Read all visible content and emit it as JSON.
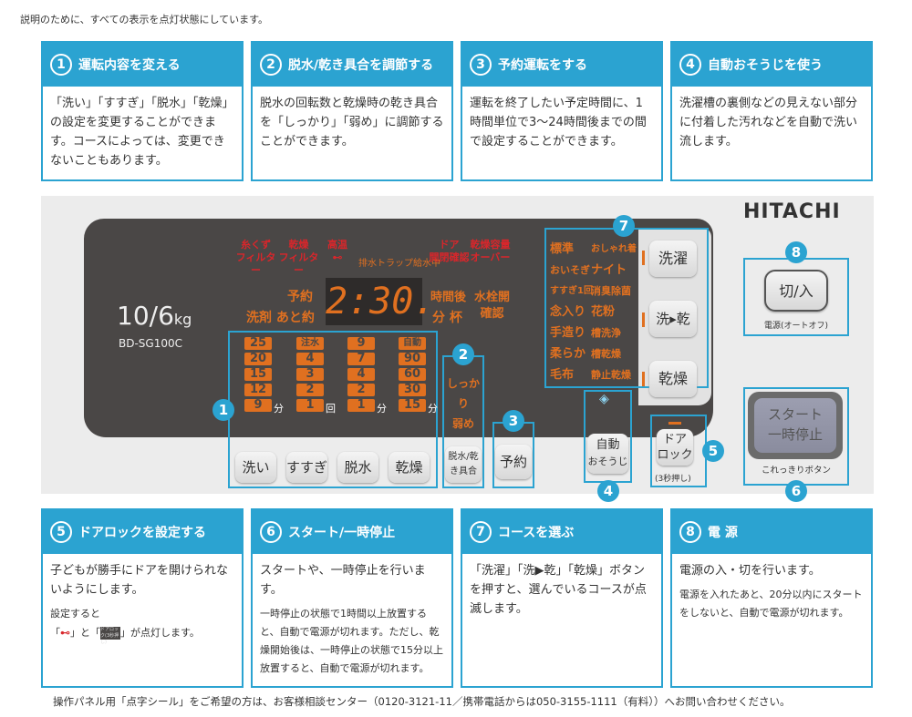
{
  "note": "説明のために、すべての表示を点灯状態にしています。",
  "top_cards": [
    {
      "num": "1",
      "title": "運転内容を変える",
      "body": "「洗い」「すすぎ」「脱水」「乾燥」の設定を変更することができます。コースによっては、変更できないこともあります。"
    },
    {
      "num": "2",
      "title": "脱水/乾き具合を調節する",
      "body": "脱水の回転数と乾燥時の乾き具合を「しっかり」「弱め」に調節することができます。"
    },
    {
      "num": "3",
      "title": "予約運転をする",
      "body": "運転を終了したい予定時間に、1時間単位で3～24時間後までの間で設定することができます。"
    },
    {
      "num": "4",
      "title": "自動おそうじを使う",
      "body": "洗濯槽の裏側などの見えない部分に付着した汚れなどを自動で洗い流します。"
    }
  ],
  "bottom_cards": [
    {
      "num": "5",
      "title": "ドアロックを設定する",
      "body": "子どもが勝手にドアを開けられないようにします。",
      "sub1": "設定すると",
      "sub2a": "「",
      "sub2b": "」と「",
      "sub2c": "」が点灯します。",
      "icon_text": "ドアロック(3秒押し)"
    },
    {
      "num": "6",
      "title": "スタート/一時停止",
      "body": "スタートや、一時停止を行います。",
      "sub": "一時停止の状態で1時間以上放置すると、自動で電源が切れます。ただし、乾燥開始後は、一時停止の状態で15分以上放置すると、自動で電源が切れます。"
    },
    {
      "num": "7",
      "title": "コースを選ぶ",
      "body": "「洗濯」「洗▶乾」「乾燥」ボタンを押すと、選んでいるコースが点滅します。"
    },
    {
      "num": "8",
      "title": "電 源",
      "body": "電源の入・切を行います。",
      "sub": "電源を入れたあと、20分以内にスタートをしないと、自動で電源が切れます。"
    }
  ],
  "panel": {
    "brand": "HITACHI",
    "capacity": "10/6",
    "capacity_unit": "kg",
    "model": "BD-SG100C",
    "warnings": [
      {
        "l1": "糸くず",
        "l2": "フィルター"
      },
      {
        "l1": "乾燥",
        "l2": "フィルター"
      },
      {
        "l1": "高温",
        "l2": ""
      },
      {
        "l1": "",
        "l2": "排水トラップ給水中"
      },
      {
        "l1": "ドア",
        "l2": "開閉確認"
      },
      {
        "l1": "乾燥容量",
        "l2": "オーバー"
      }
    ],
    "left_labels": {
      "yoyaku": "予約",
      "senzai": "洗剤",
      "atoyaku": "あと約"
    },
    "display": "2:30.",
    "right_labels": {
      "jikango": "時間後",
      "bun": "分",
      "hai": "杯",
      "suisen1": "水栓開",
      "suisen2": "確認"
    },
    "columns": [
      {
        "values": [
          "25",
          "20",
          "15",
          "12",
          "9"
        ],
        "unit": "分"
      },
      {
        "values": [
          "注水",
          "4",
          "3",
          "2",
          "1"
        ],
        "unit": "回"
      },
      {
        "values": [
          "9",
          "7",
          "4",
          "2",
          "1"
        ],
        "unit": "分"
      },
      {
        "values": [
          "自動",
          "90",
          "60",
          "30",
          "15"
        ],
        "unit": "分"
      }
    ],
    "dry_levels": [
      "しっかり",
      "弱め"
    ],
    "buttons": {
      "arai": "洗い",
      "susugi": "すすぎ",
      "dassui": "脱水",
      "kansou": "乾燥",
      "dassui_kawaki": "脱水/乾き具合",
      "yoyaku": "予約",
      "jidou1": "自動",
      "jidou2": "おそうじ",
      "door1": "ドア",
      "door2": "ロック",
      "door_note": "(3秒押し)",
      "power": "切/入",
      "power_note": "電源(オートオフ)",
      "start1": "スタート",
      "start2": "一時停止",
      "start_note": "これっきりボタン"
    },
    "courses_left": [
      "標準",
      "おいそぎ",
      "すすぎ1回",
      "念入り",
      "手造り",
      "柔らか",
      "毛布"
    ],
    "courses_right": [
      "おしゃれ着",
      "ナイト",
      "消臭除菌",
      "花粉",
      "槽洗浄",
      "槽乾燥",
      "静止乾燥"
    ],
    "course_buttons": [
      "洗濯",
      "洗▸乾",
      "乾燥"
    ]
  },
  "footer": "操作パネル用「点字シール」をご希望の方は、お客様相談センター（0120-3121-11／携帯電話からは050-3155-1111（有料））へお問い合わせください。",
  "colors": {
    "blue": "#2ba3d1",
    "orange": "#e07020",
    "red": "#d8262b",
    "panel_dark": "#4a4746"
  }
}
